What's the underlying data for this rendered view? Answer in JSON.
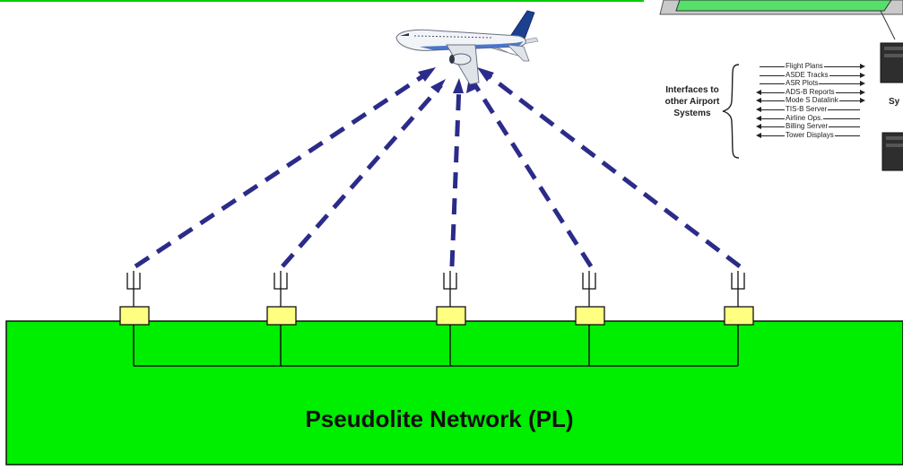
{
  "network": {
    "title": "Pseudolite Network (PL)",
    "ground_color": "#00ee00",
    "box_color": "#ffff80",
    "link_color": "#2b2b8a",
    "top_line_color": "#00cc00",
    "station_count": 5
  },
  "aircraft": {
    "icon": "airplane-icon"
  },
  "inset": {
    "interfaces_label": "Interfaces to other Airport Systems",
    "partial_label": "Sy",
    "items": [
      {
        "label": "Flight Plans",
        "direction": "right"
      },
      {
        "label": "ASDE Tracks",
        "direction": "right"
      },
      {
        "label": "ASR Plots",
        "direction": "right"
      },
      {
        "label": "ADS-B Reports",
        "direction": "both"
      },
      {
        "label": "Mode S Datalink",
        "direction": "both"
      },
      {
        "label": "TIS-B Server",
        "direction": "left"
      },
      {
        "label": "Airline Ops.",
        "direction": "left"
      },
      {
        "label": "Billing Server",
        "direction": "left"
      },
      {
        "label": "Tower Displays",
        "direction": "left"
      }
    ]
  }
}
